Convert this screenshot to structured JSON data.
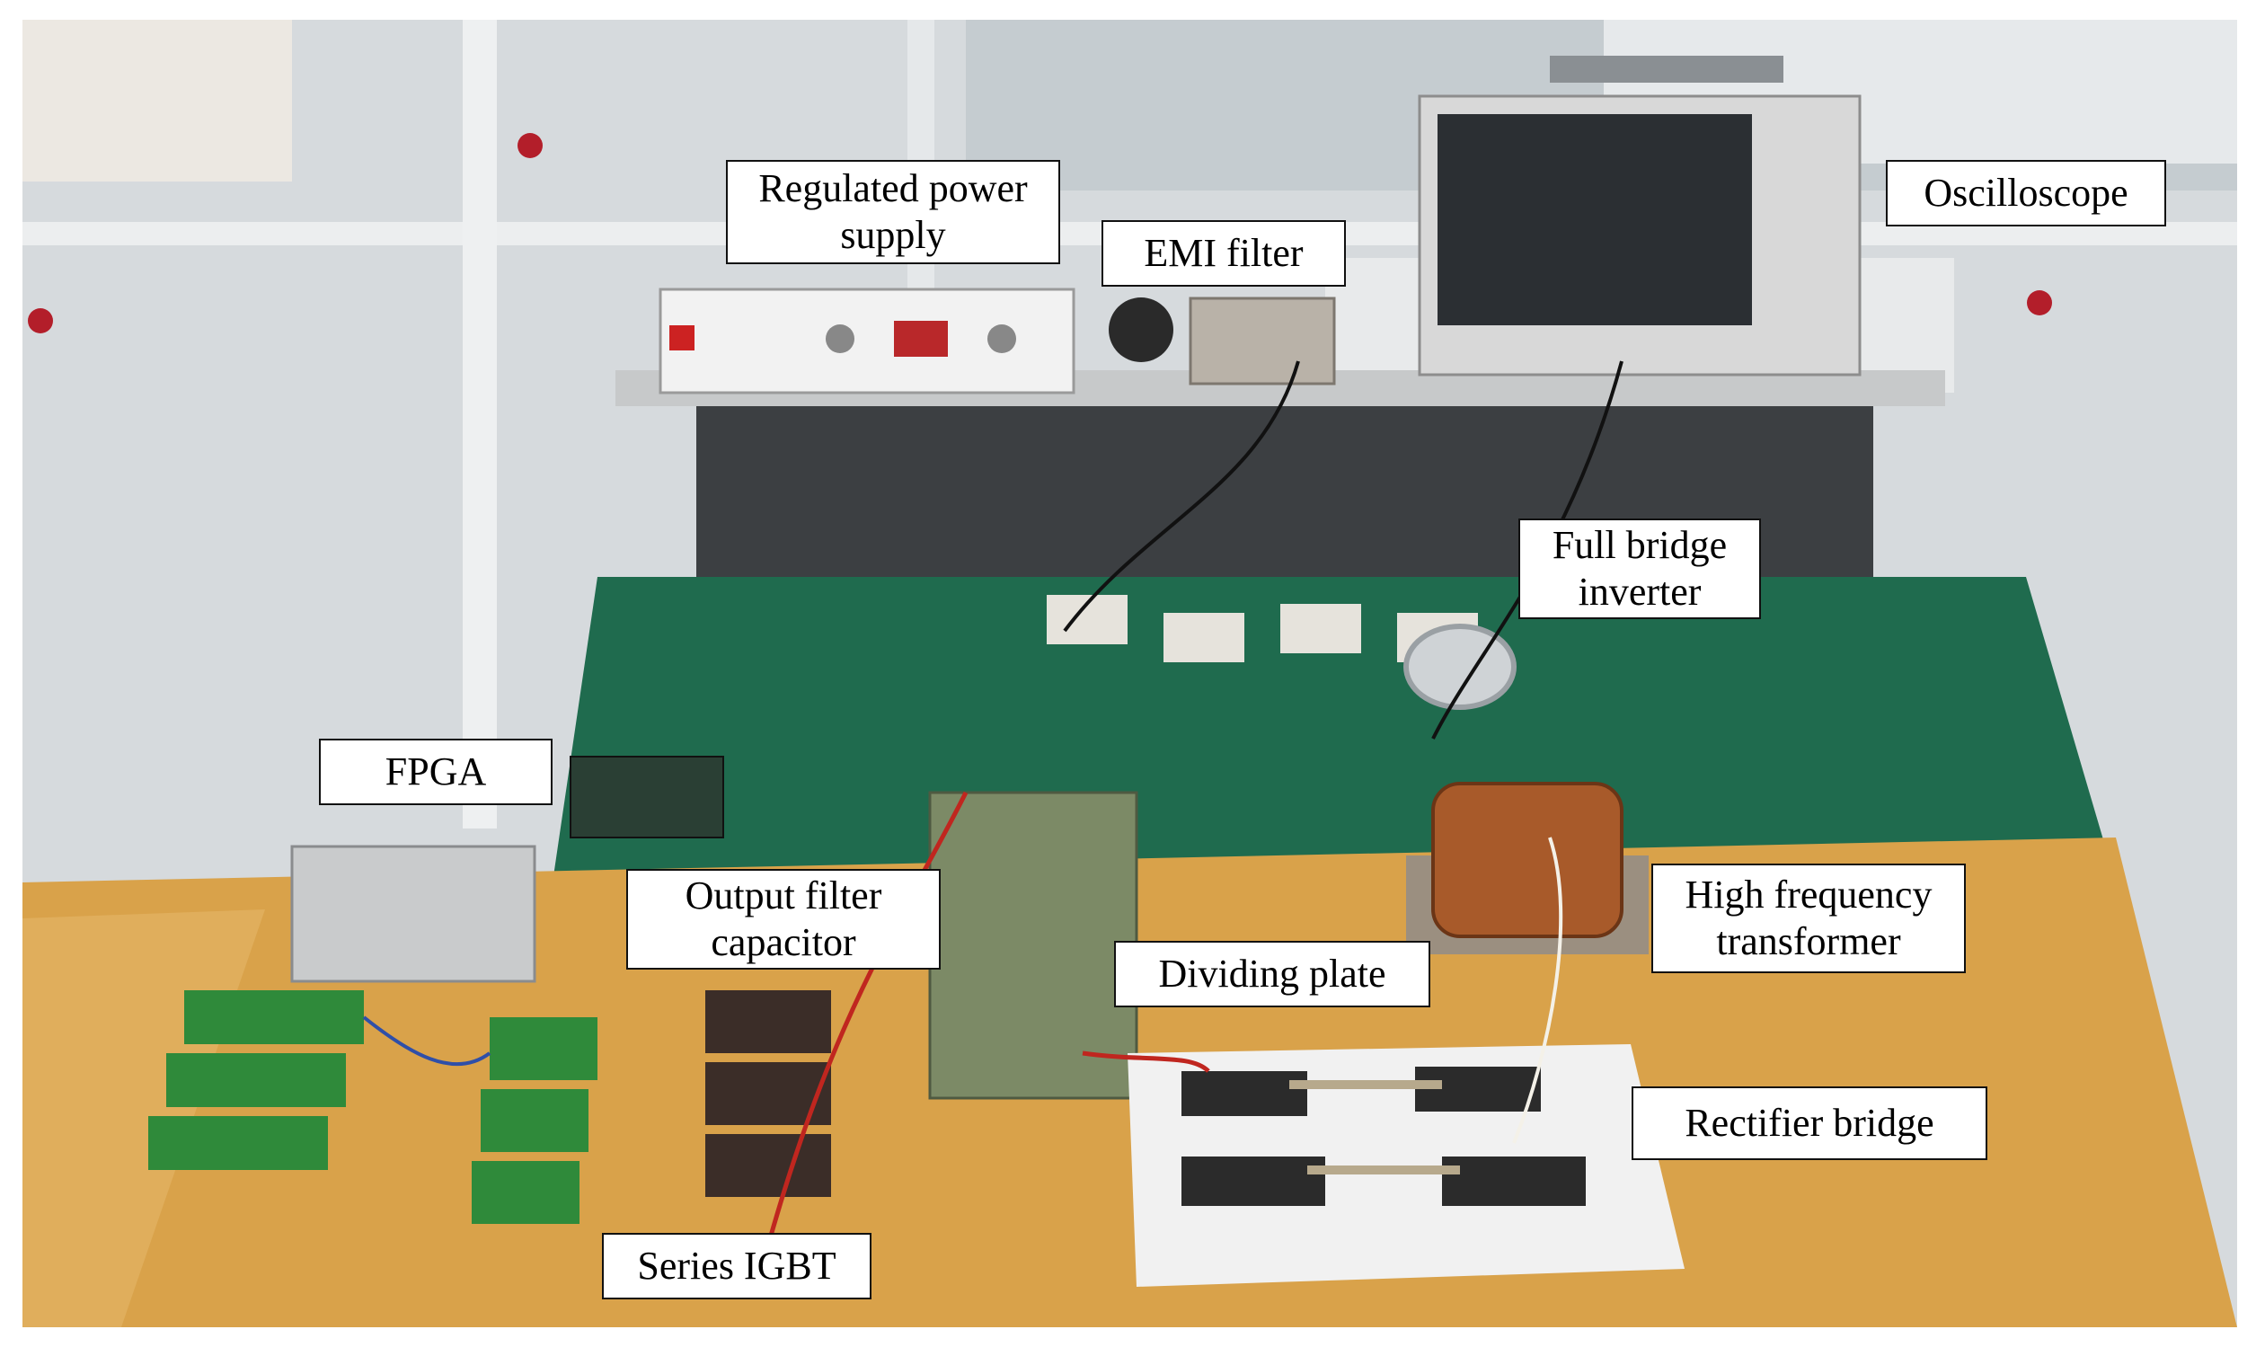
{
  "figure": {
    "labels": {
      "regulated_power_supply": [
        "Regulated power",
        "supply"
      ],
      "emi_filter": "EMI filter",
      "oscilloscope": "Oscilloscope",
      "full_bridge_inverter": [
        "Full bridge",
        "inverter"
      ],
      "fpga": "FPGA",
      "output_filter_capacitor": [
        "Output filter",
        "capacitor"
      ],
      "dividing_plate": "Dividing plate",
      "high_frequency_transformer": [
        "High frequency",
        "transformer"
      ],
      "rectifier_bridge": "Rectifier bridge",
      "series_igbt": "Series IGBT"
    },
    "colors": {
      "wall": "#d9dde0",
      "bench_green": "#1f6b4e",
      "table_wood": "#d9a24a",
      "shelf_gray": "#c9cbcc",
      "frame": "#111111"
    }
  }
}
